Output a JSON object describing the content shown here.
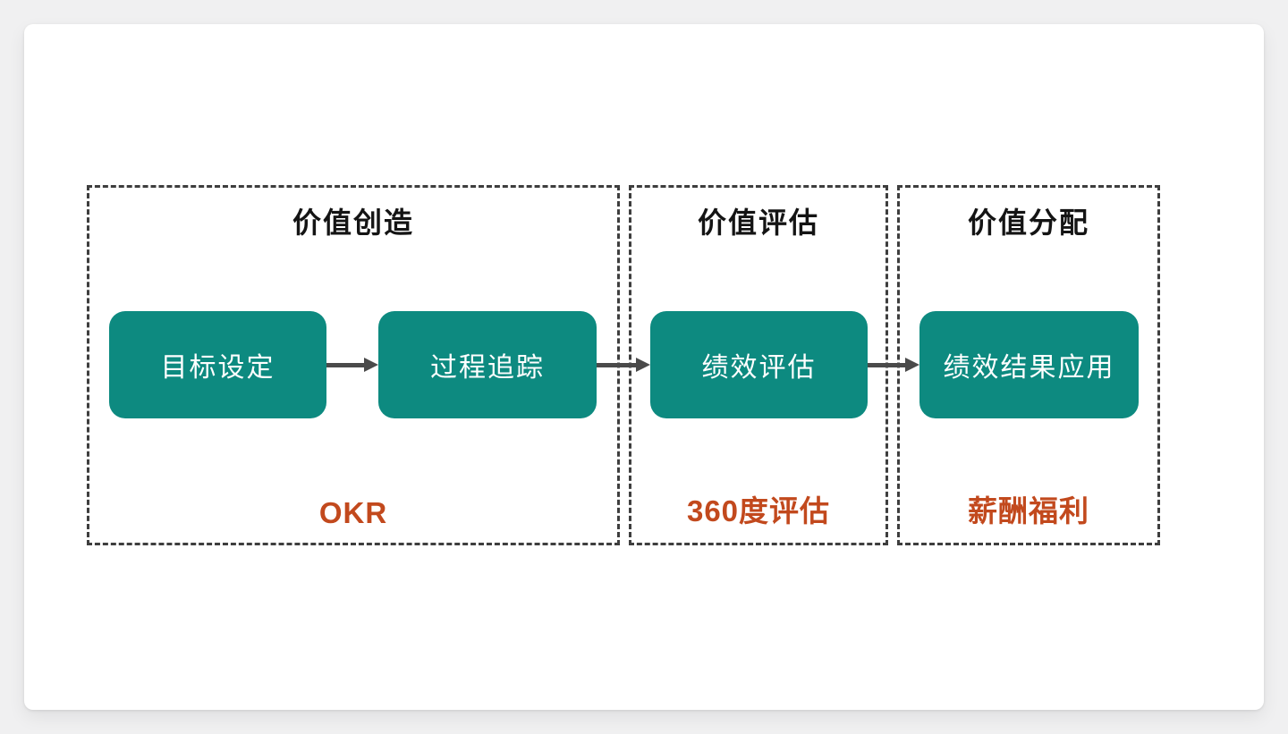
{
  "diagram": {
    "sections": [
      {
        "title": "价值创造",
        "nodes": [
          "目标设定",
          "过程追踪"
        ],
        "label": "OKR"
      },
      {
        "title": "价值评估",
        "nodes": [
          "绩效评估"
        ],
        "label": "360度评估"
      },
      {
        "title": "价值分配",
        "nodes": [
          "绩效结果应用"
        ],
        "label": "薪酬福利"
      }
    ]
  },
  "colors": {
    "page-bg": "#f0f0f1",
    "card-bg": "#ffffff",
    "node-fill": "#0d8a80",
    "node-text": "#ffffff",
    "accent-orange": "#c2491d",
    "dashed-border": "#3e3e3e",
    "arrow": "#4a4a4a",
    "title-text": "#141414"
  }
}
